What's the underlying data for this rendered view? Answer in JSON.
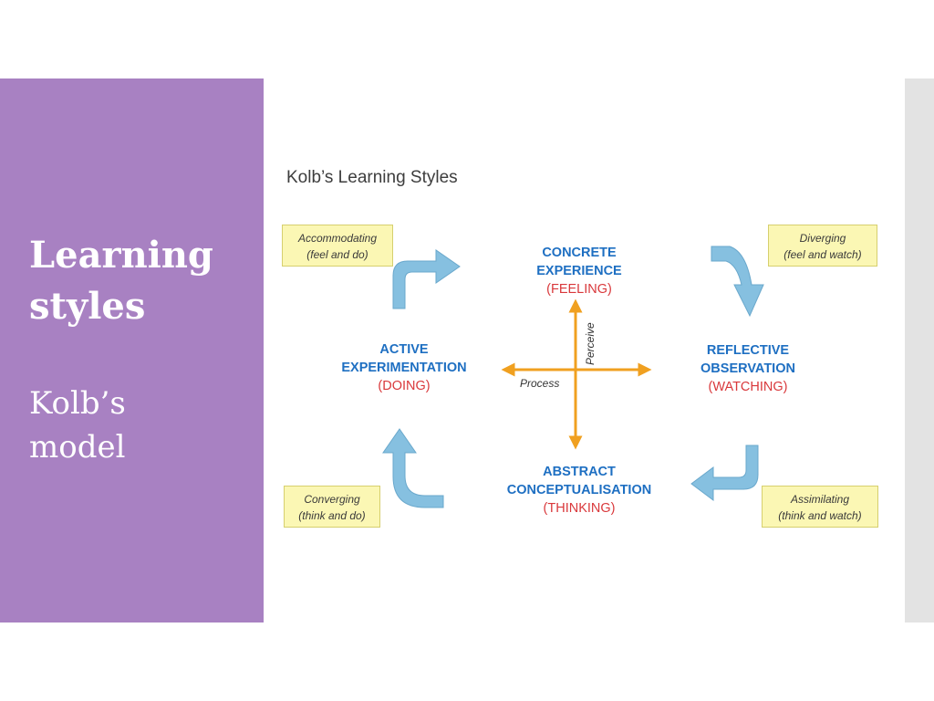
{
  "slide": {
    "title_lines": [
      "Learning",
      "styles"
    ],
    "subtitle_lines": [
      "Kolb’s",
      "model"
    ]
  },
  "diagram": {
    "heading": "Kolb’s Learning Styles",
    "stages": {
      "top": {
        "lines": [
          "CONCRETE",
          "EXPERIENCE"
        ],
        "mode": "(FEELING)"
      },
      "right": {
        "lines": [
          "REFLECTIVE",
          "OBSERVATION"
        ],
        "mode": "(WATCHING)"
      },
      "bottom": {
        "lines": [
          "ABSTRACT",
          "CONCEPTUALISATION"
        ],
        "mode": "(THINKING)"
      },
      "left": {
        "lines": [
          "ACTIVE",
          "EXPERIMENTATION"
        ],
        "mode": "(DOING)"
      }
    },
    "styles": {
      "accommodating": {
        "name": "Accommodating",
        "detail": "(feel and do)"
      },
      "diverging": {
        "name": "Diverging",
        "detail": "(feel and watch)"
      },
      "assimilating": {
        "name": "Assimilating",
        "detail": "(think and watch)"
      },
      "converging": {
        "name": "Converging",
        "detail": "(think and do)"
      }
    },
    "axes": {
      "vertical": "Perceive",
      "horizontal": "Process"
    },
    "colors": {
      "stage_text": "#1e6fc2",
      "mode_text": "#d9383b",
      "axis_arrow": "#f0a020",
      "cycle_arrow": "#86c0e0",
      "style_box_fill": "#fbf7b4",
      "panel": "#a881c2"
    }
  }
}
